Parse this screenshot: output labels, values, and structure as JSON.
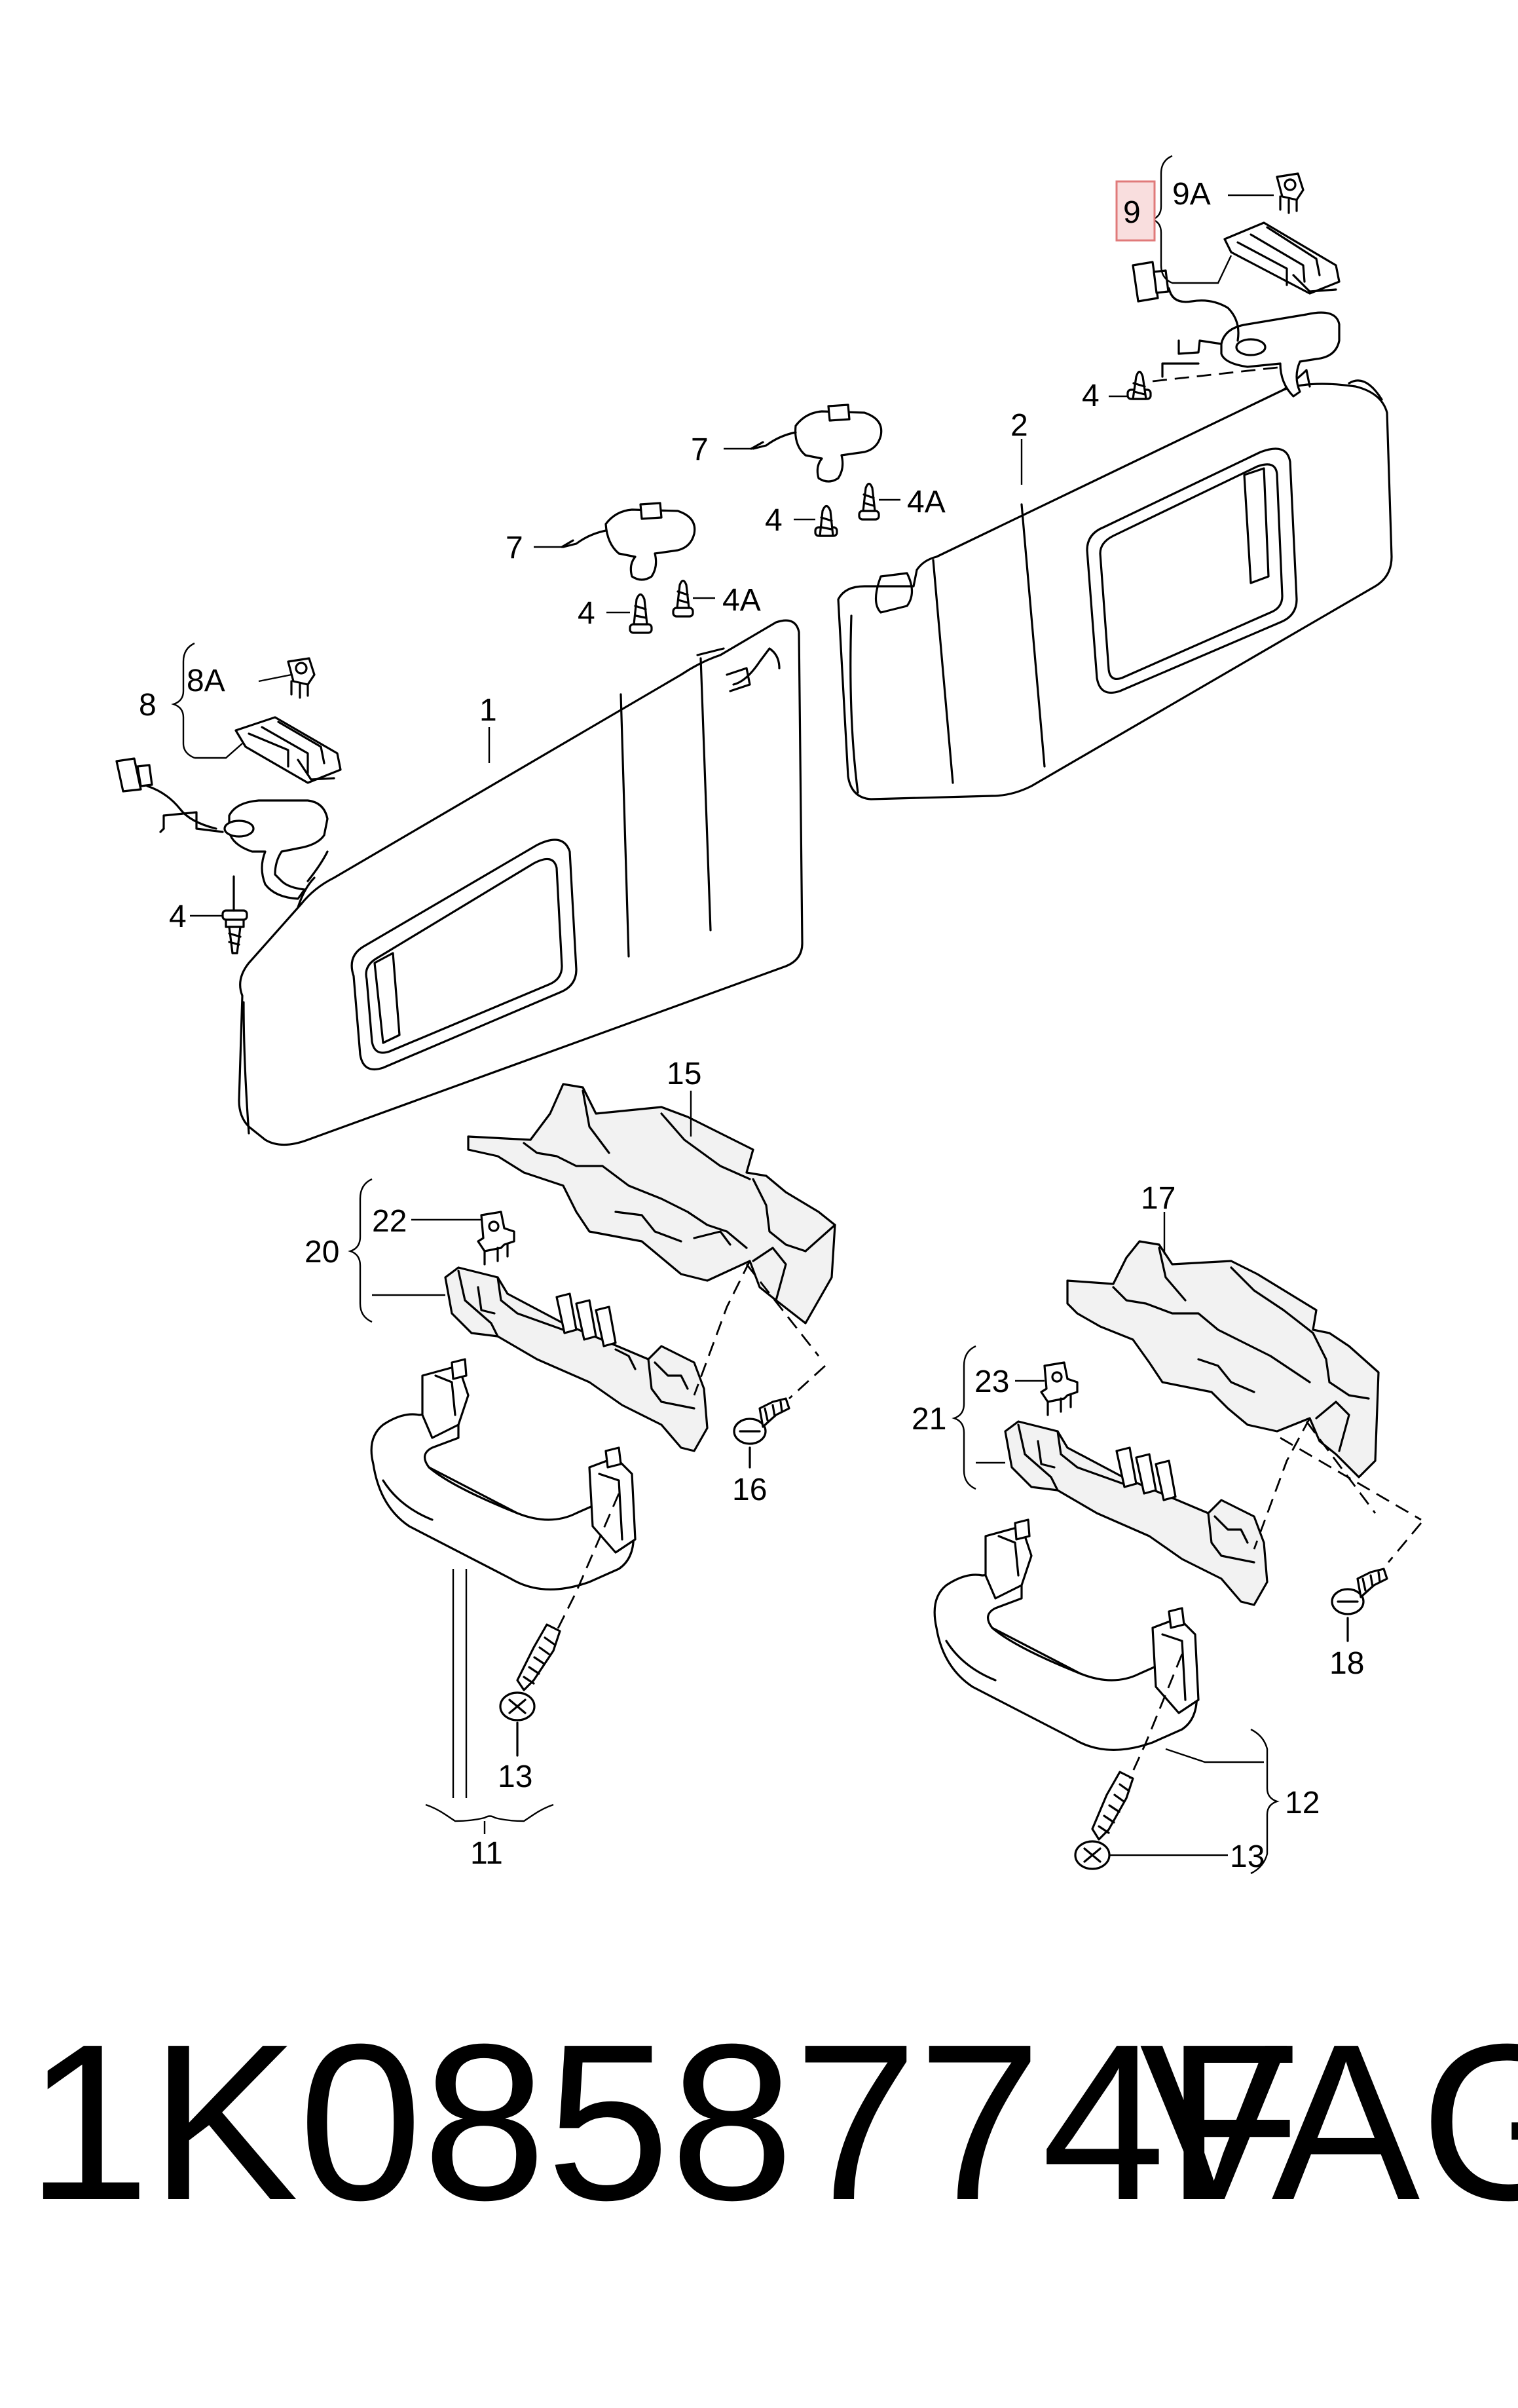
{
  "labels": {
    "l1": "1",
    "l2": "2",
    "l4a": "4",
    "l4b": "4",
    "l4c": "4",
    "l4d": "4",
    "l4A1": "4A",
    "l4A2": "4A",
    "l7a": "7",
    "l7b": "7",
    "l8": "8",
    "l8A": "8A",
    "l9": "9",
    "l9A": "9A",
    "l11": "11",
    "l12": "12",
    "l13a": "13",
    "l13b": "13",
    "l15": "15",
    "l16": "16",
    "l17": "17",
    "l18": "18",
    "l20": "20",
    "l21": "21",
    "l22": "22",
    "l23": "23"
  },
  "highlight": {
    "part": "9",
    "fill": "#f9dede",
    "stroke": "#e07a7a"
  },
  "footer": {
    "part_number": "1K0858774F",
    "brand": "VAG"
  }
}
